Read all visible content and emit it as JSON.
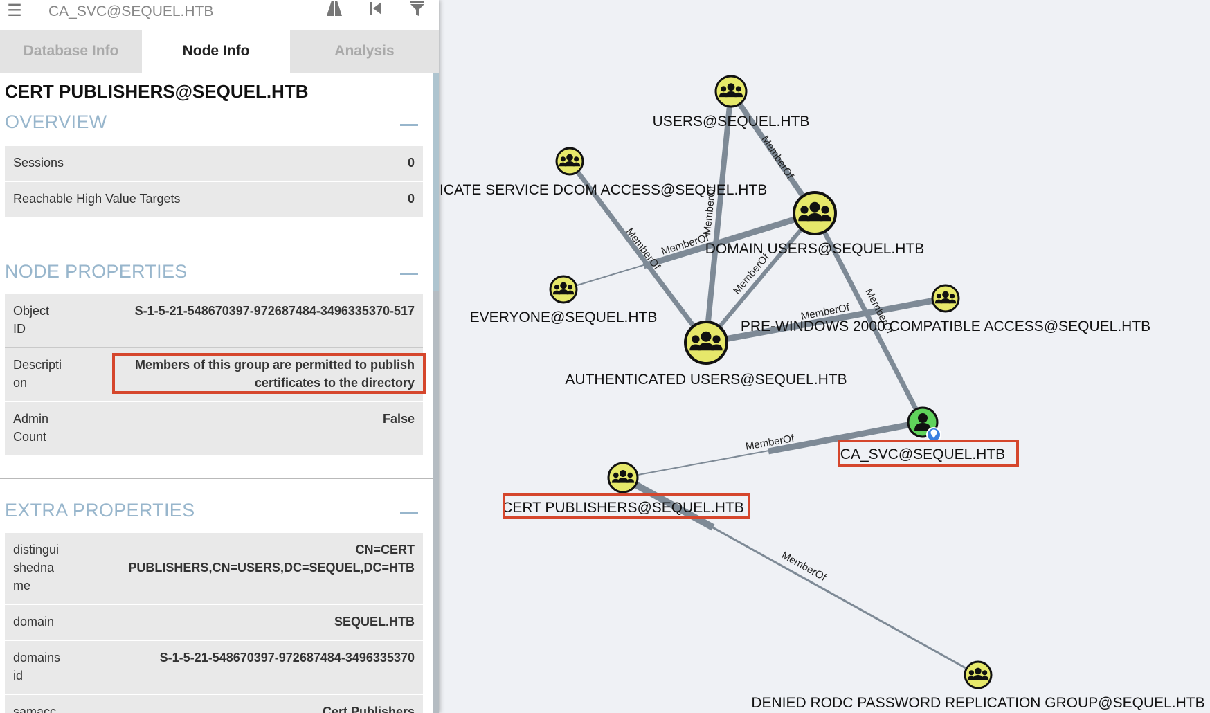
{
  "search": {
    "text": "CA_SVC@SEQUEL.HTB"
  },
  "tabs": [
    {
      "label": "Database Info"
    },
    {
      "label": "Node Info"
    },
    {
      "label": "Analysis"
    }
  ],
  "node": {
    "title": "CERT PUBLISHERS@SEQUEL.HTB",
    "overview": {
      "heading": "OVERVIEW",
      "rows": [
        {
          "key": "Sessions",
          "value": "0"
        },
        {
          "key": "Reachable High Value Targets",
          "value": "0"
        }
      ]
    },
    "node_properties": {
      "heading": "NODE PROPERTIES",
      "rows": [
        {
          "key1": "Object",
          "key2": "ID",
          "value1": "S-1-5-21-548670397-972687484-3496335370-517"
        },
        {
          "key1": "Descripti",
          "key2": "on",
          "value1": "Members of this group are permitted to publish",
          "value2": "certificates to the directory"
        },
        {
          "key1": "Admin",
          "key2": "Count",
          "value1": "False"
        }
      ]
    },
    "extra_properties": {
      "heading": "EXTRA PROPERTIES",
      "rows": [
        {
          "key1": "distingui",
          "key2": "shedna",
          "key3": "me",
          "value1": "CN=CERT",
          "value2": "PUBLISHERS,CN=USERS,DC=SEQUEL,DC=HTB"
        },
        {
          "key1": "domain",
          "value1": "SEQUEL.HTB"
        },
        {
          "key1": "domains",
          "key2": "id",
          "value1": "S-1-5-21-548670397-972687484-3496335370"
        },
        {
          "key1": "samacc",
          "value1": "Cert Publishers"
        }
      ]
    }
  },
  "graph": {
    "edge_label": "MemberOf",
    "nodes": {
      "users": "USERS@SEQUEL.HTB",
      "cert_dcom": "ICATE SERVICE DCOM ACCESS@SEQUEL.HTB",
      "domain_users": "DOMAIN USERS@SEQUEL.HTB",
      "everyone": "EVERYONE@SEQUEL.HTB",
      "pre_windows": "PRE-WINDOWS 2000 COMPATIBLE ACCESS@SEQUEL.HTB",
      "auth_users": "AUTHENTICATED USERS@SEQUEL.HTB",
      "ca_svc": "CA_SVC@SEQUEL.HTB",
      "cert_publishers": "CERT PUBLISHERS@SEQUEL.HTB",
      "denied_rodc": "DENIED RODC PASSWORD REPLICATION GROUP@SEQUEL.HTB"
    }
  },
  "colors": {
    "group_node": "#e6e86a",
    "user_node": "#5fd35b",
    "node_icon": "#111111",
    "edge": "#7e8a96",
    "highlight": "#d5462c",
    "section_heading": "#98b6cc"
  }
}
